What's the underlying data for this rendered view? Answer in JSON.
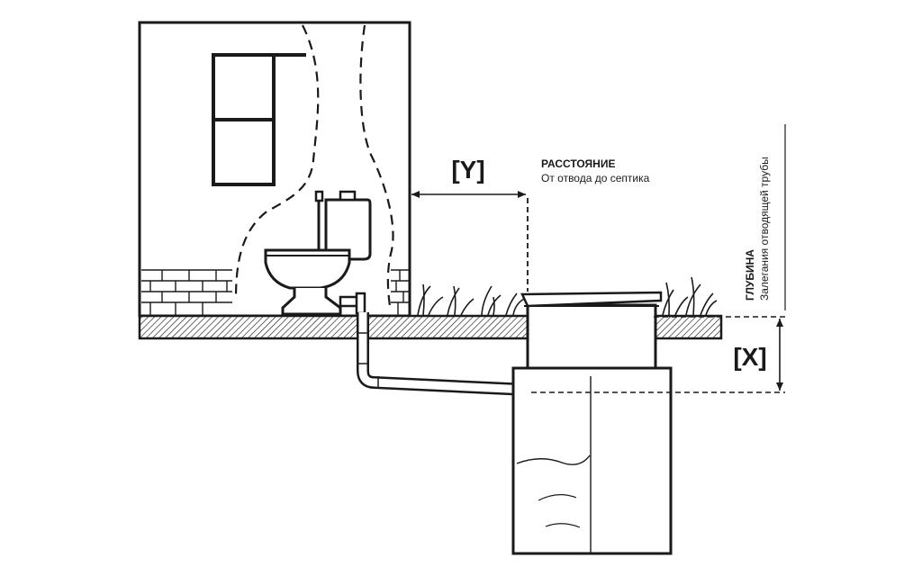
{
  "distance": {
    "bracket_label": "[Y]",
    "title": "РАССТОЯНИЕ",
    "subtitle": "От отвода до септика"
  },
  "depth": {
    "bracket_label": "[X]",
    "title": "ГЛУБИНА",
    "subtitle": "Залегания отводящей трубы"
  },
  "colors": {
    "ink": "#1a1a1a",
    "background": "#ffffff"
  }
}
